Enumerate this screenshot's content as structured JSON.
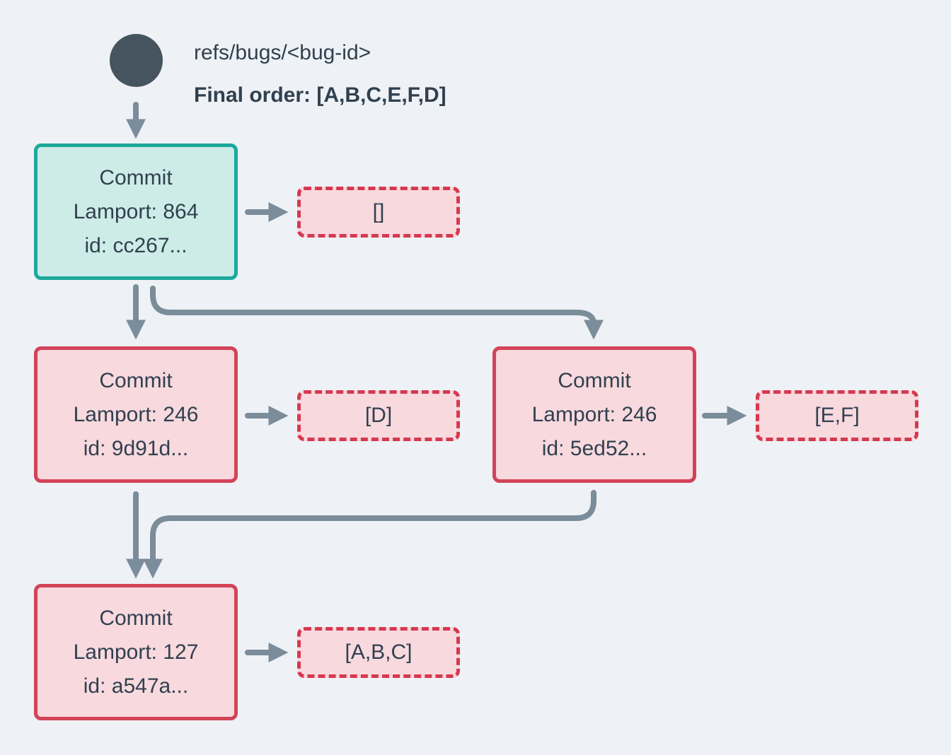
{
  "colors": {
    "background": "#eef1f5",
    "text_slate": "#31404f",
    "circle_slate": "#46545f",
    "arrow_gray": "#7b8c9a",
    "teal_border": "#1ca99b",
    "teal_fill": "#cdebe7",
    "red_border": "#d24358",
    "red_dashed": "#d6394f",
    "pink_fill": "#f7d9de"
  },
  "header": {
    "ref_label": "refs/bugs/<bug-id>",
    "final_order": "Final order: [A,B,C,E,F,D]"
  },
  "nodes": [
    {
      "title": "Commit",
      "lamport": "Lamport: 864",
      "id_line": "id: cc267...",
      "ops": "[]"
    },
    {
      "title": "Commit",
      "lamport": "Lamport: 246",
      "id_line": "id: 9d91d...",
      "ops": "[D]"
    },
    {
      "title": "Commit",
      "lamport": "Lamport: 246",
      "id_line": "id: 5ed52...",
      "ops": "[E,F]"
    },
    {
      "title": "Commit",
      "lamport": "Lamport: 127",
      "id_line": "id: a547a...",
      "ops": "[A,B,C]"
    }
  ]
}
